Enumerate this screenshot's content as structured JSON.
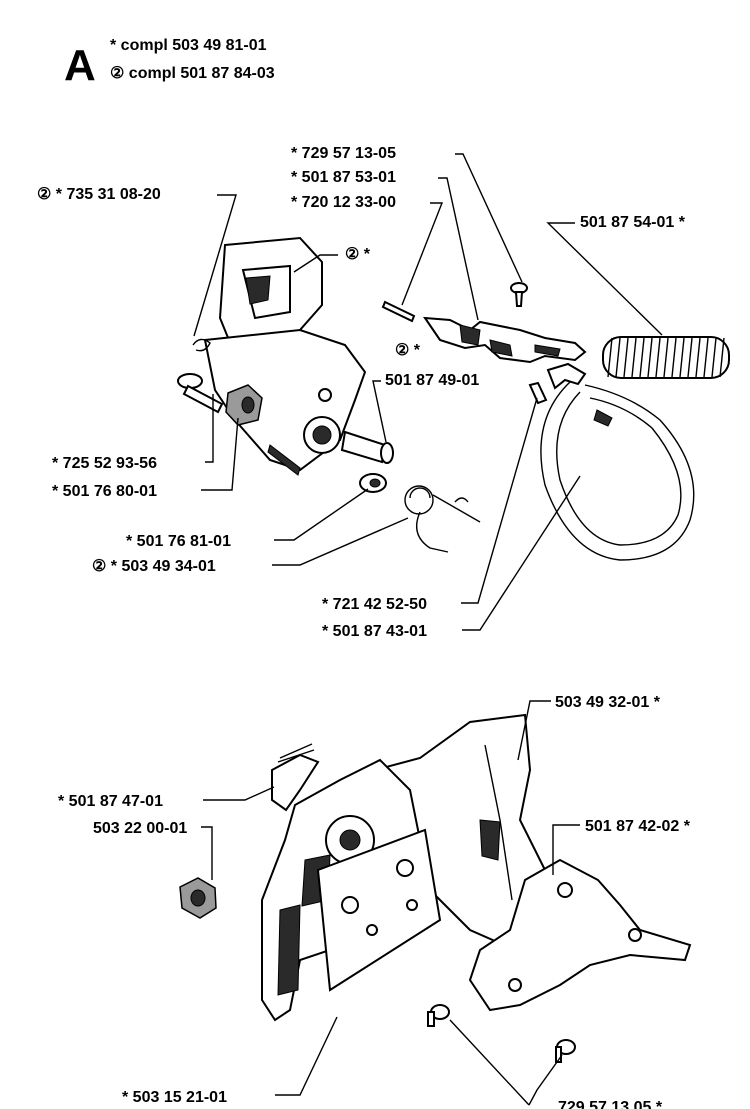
{
  "header": {
    "letter": "A",
    "line1": "* compl 503 49 81-01",
    "line2": "② compl 501 87 84-03"
  },
  "labels": {
    "p_735_31_08_20": "② * 735 31 08-20",
    "p_729_57_13_05_top": "* 729 57 13-05",
    "p_501_87_53_01": "* 501 87 53-01",
    "p_720_12_33_00": "* 720 12 33-00",
    "p_501_87_54_01": "501 87 54-01 *",
    "p_cover": "② *",
    "p_lever": "② *",
    "p_501_87_49_01": "501 87 49-01",
    "p_725_52_93_56": "* 725 52 93-56",
    "p_501_76_80_01": "* 501 76 80-01",
    "p_501_76_81_01": "* 501 76 81-01",
    "p_503_49_34_01": "② * 503 49 34-01",
    "p_721_42_52_50": "* 721 42 52-50",
    "p_501_87_43_01": "* 501 87 43-01",
    "p_503_49_32_01": "503 49 32-01 *",
    "p_501_87_47_01": "* 501 87 47-01",
    "p_503_22_00_01": "503 22 00-01",
    "p_501_87_42_02": "501 87 42-02 *",
    "p_503_15_21_01": "* 503 15 21-01",
    "p_729_57_13_05_bottom": "729 57 13 05 *"
  }
}
